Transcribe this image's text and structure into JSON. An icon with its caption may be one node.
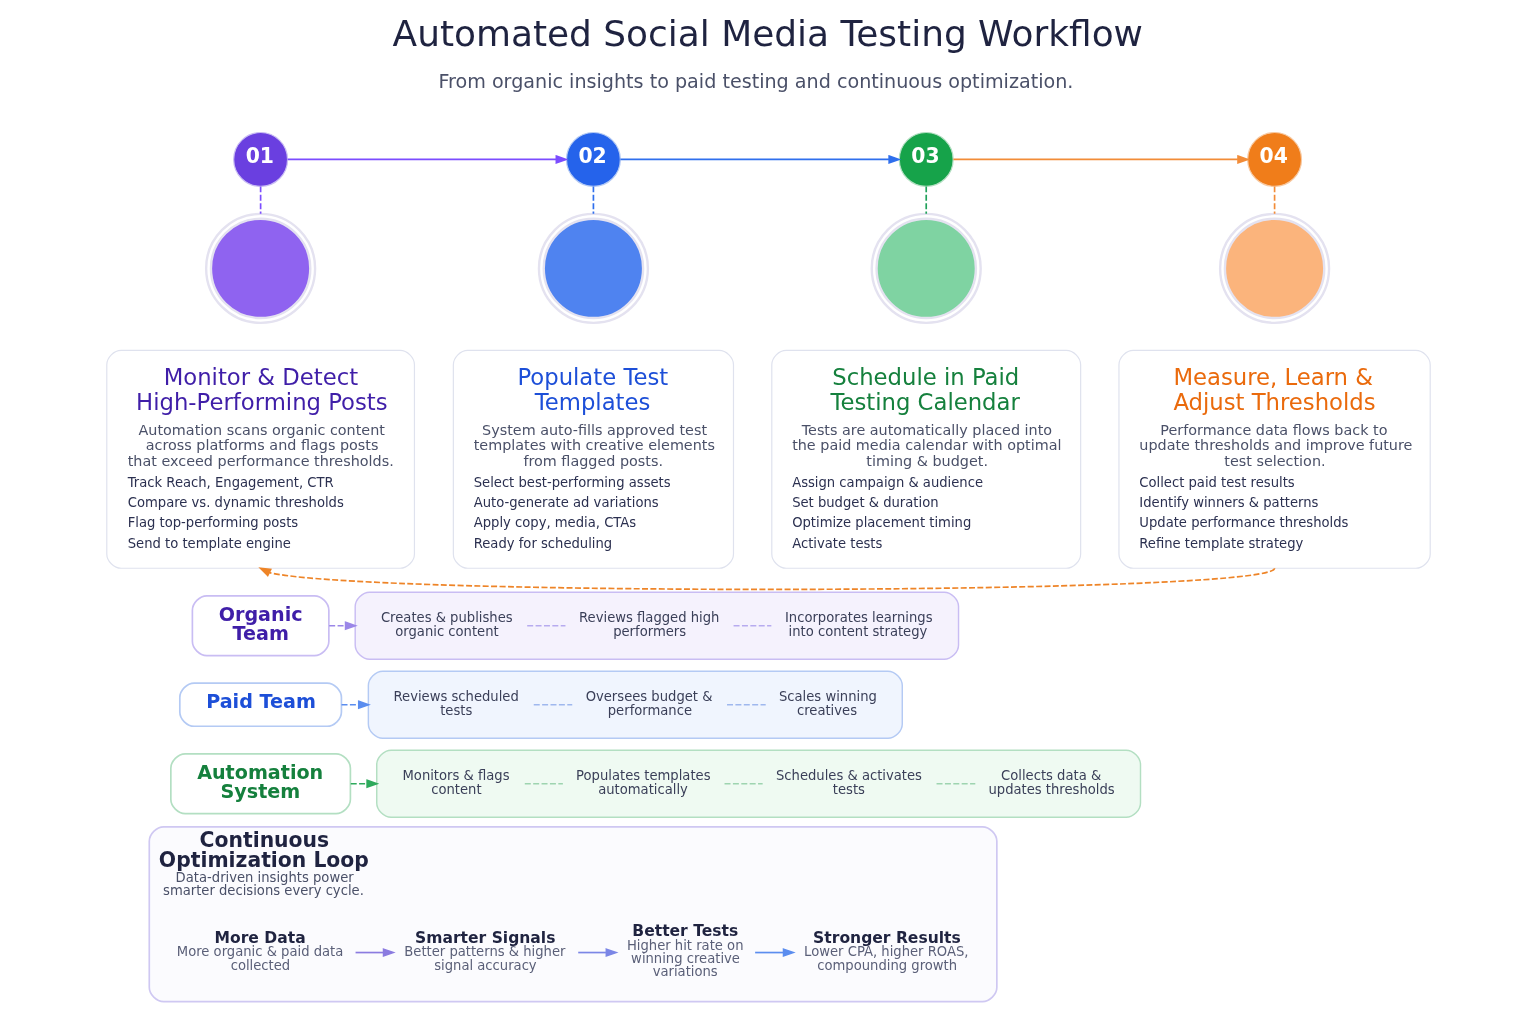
{
  "diagram": {
    "title": "Automated Social Media Testing Workflow",
    "nodes": [
      {
        "text": [
          "01"
        ]
      },
      {
        "text": [],
        "shape": "circle"
      },
      {
        "text": [
          "Monitor & Detect High-Performing Posts",
          "Automation scans organic content across platforms and flags posts that exceed performance thresholds.",
          "Track Reach, Engagement, CTR",
          "Compare vs. dynamic thresholds",
          "Flag top-performing posts",
          "Send to template engine"
        ]
      },
      {
        "text": [
          "02"
        ]
      },
      {
        "text": [],
        "shape": "circle"
      },
      {
        "text": [
          "Populate Test Templates",
          "System auto-fills approved test templates with creative elements from flagged posts.",
          "Select best-performing assets",
          "Auto-generate ad variations",
          "Apply copy, media, CTAs",
          "Ready for scheduling"
        ]
      },
      {
        "text": [
          "03"
        ]
      },
      {
        "text": [],
        "shape": "circle"
      },
      {
        "text": [
          "Schedule in Paid Testing Calendar",
          "Tests are automatically placed into the paid media calendar with optimal timing & budget.",
          "Assign campaign & audience",
          "Set budget & duration",
          "Optimize placement timing",
          "Activate tests"
        ]
      },
      {
        "text": [
          "04"
        ]
      },
      {
        "text": [],
        "shape": "circle"
      },
      {
        "text": [
          "Measure, Learn & Adjust Thresholds",
          "Performance data flows back to update thresholds and improve future test selection.",
          "Collect paid test results",
          "Identify winners & patterns",
          "Update performance thresholds",
          "Refine template strategy"
        ]
      },
      {
        "text": [
          "Organic Team"
        ]
      },
      {
        "text": [],
        "shape": "box"
      },
      {
        "text": [
          "Creates & publishes organic content"
        ],
        "in": 13
      },
      {
        "text": [
          "Reviews flagged high performers"
        ],
        "in": 13
      },
      {
        "text": [
          "Incorporates learnings into content strategy"
        ],
        "in": 13
      },
      {
        "text": [
          "Paid Team"
        ]
      },
      {
        "text": [],
        "shape": "box"
      },
      {
        "text": [
          "Reviews scheduled tests"
        ],
        "in": 18
      },
      {
        "text": [
          "Oversees budget & performance"
        ],
        "in": 18
      },
      {
        "text": [
          "Scales winning creatives"
        ],
        "in": 18
      },
      {
        "text": [
          "Automation System"
        ]
      },
      {
        "text": [],
        "shape": "box"
      },
      {
        "text": [
          "Monitors & flags content"
        ],
        "in": 23
      },
      {
        "text": [
          "Populates templates automatically"
        ],
        "in": 23
      },
      {
        "text": [
          "Schedules & activates tests"
        ],
        "in": 23
      },
      {
        "text": [
          "Collects data & updates thresholds"
        ],
        "in": 23
      },
      {
        "text": [
          "Continuous Optimization Loop",
          "Data-driven insights power smarter decisions every cycle."
        ]
      },
      {
        "text": [
          "More Data",
          "More organic & paid data collected"
        ],
        "in": 28
      },
      {
        "text": [
          "Smarter Signals",
          "Better patterns & higher signal accuracy"
        ],
        "in": 28
      },
      {
        "text": [
          "Better Tests",
          "Higher hit rate on winning creative variations"
        ],
        "in": 28
      },
      {
        "text": [
          "Stronger Results",
          "Lower CPA, higher ROAS, compounding growth"
        ],
        "in": 28
      }
    ],
    "edges": [
      {
        "from": 0,
        "to": 1,
        "arrow": "none",
        "style": "dashed",
        "color": "#7c4dff"
      },
      {
        "from": 0,
        "to": 3,
        "arrow": "to",
        "color": "#7c4dff"
      },
      {
        "from": 3,
        "to": 4,
        "arrow": "none",
        "style": "dashed",
        "color": "#2f6fed"
      },
      {
        "from": 3,
        "to": 6,
        "arrow": "to",
        "color": "#2f6fed"
      },
      {
        "from": 6,
        "to": 7,
        "arrow": "none",
        "style": "dashed",
        "color": "#1fa15a"
      },
      {
        "from": 6,
        "to": 9,
        "arrow": "to",
        "color": "#f28c38"
      },
      {
        "from": 9,
        "to": 10,
        "arrow": "none",
        "style": "dashed",
        "color": "#f28c38"
      },
      {
        "from": 11,
        "to": 2,
        "arrow": "to",
        "style": "dashed",
        "color": "#ee8427"
      },
      {
        "from": 12,
        "to": 13,
        "arrow": "to",
        "style": "dashed",
        "color": "#9b87e8"
      },
      {
        "from": 14,
        "to": 15,
        "arrow": "none",
        "style": "dashed",
        "color": "#b7abef"
      },
      {
        "from": 15,
        "to": 16,
        "arrow": "none",
        "style": "dashed",
        "color": "#b7abef"
      },
      {
        "from": 17,
        "to": 18,
        "arrow": "to",
        "style": "dashed",
        "color": "#5b8def"
      },
      {
        "from": 19,
        "to": 20,
        "arrow": "none",
        "style": "dashed",
        "color": "#9fb8ee"
      },
      {
        "from": 20,
        "to": 21,
        "arrow": "none",
        "style": "dashed",
        "color": "#9fb8ee"
      },
      {
        "from": 22,
        "to": 23,
        "arrow": "to",
        "style": "dashed",
        "color": "#2eaa5c"
      },
      {
        "from": 24,
        "to": 25,
        "arrow": "none",
        "style": "dashed",
        "color": "#9ed4b0"
      },
      {
        "from": 25,
        "to": 26,
        "arrow": "none",
        "style": "dashed",
        "color": "#9ed4b0"
      },
      {
        "from": 26,
        "to": 27,
        "arrow": "none",
        "style": "dashed",
        "color": "#9ed4b0"
      },
      {
        "from": 29,
        "to": 30,
        "arrow": "to",
        "color": "#8b7be0"
      },
      {
        "from": 30,
        "to": 31,
        "arrow": "to",
        "color": "#7b86e6"
      },
      {
        "from": 31,
        "to": 32,
        "arrow": "to",
        "color": "#5b8def"
      }
    ],
    "labels": [
      "From organic insights to paid testing and continuous optimization."
    ]
  }
}
